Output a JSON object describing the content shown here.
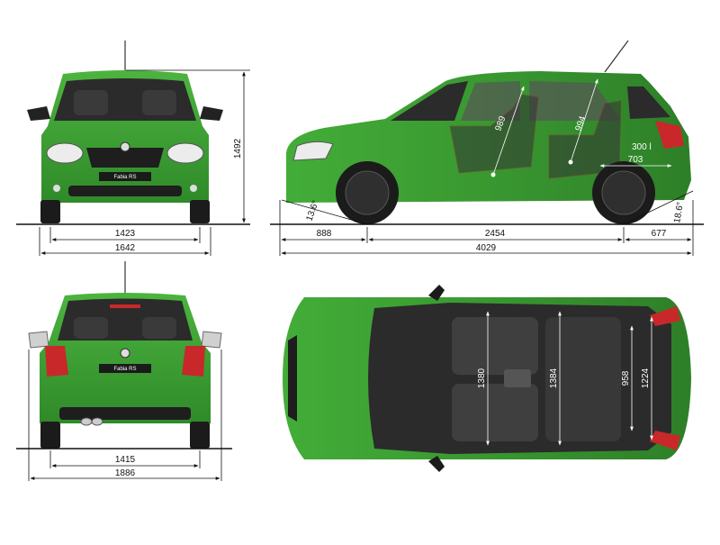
{
  "plates": {
    "front": "Fabia RS",
    "rear": "Fabia RS"
  },
  "dims": {
    "front_track": "1423",
    "front_width": "1642",
    "height": "1492",
    "rear_track": "1415",
    "rear_width_mirrors": "1886",
    "front_overhang": "888",
    "wheelbase": "2454",
    "rear_overhang": "677",
    "length": "4029",
    "approach_angle": "13.6°",
    "departure_angle": "18.6°",
    "front_headroom": "989",
    "rear_headroom": "994",
    "trunk_volume": "300 l",
    "trunk_length": "703",
    "front_shoulder_width": "1380",
    "rear_shoulder_width": "1384",
    "trunk_width": "958",
    "trunk_width_max": "1224"
  },
  "colors": {
    "body": "#3ea534",
    "body_dark": "#2a7d25",
    "glass": "#2b2b2b",
    "tire": "#1b1b1b",
    "tail_light": "#c8282a"
  }
}
